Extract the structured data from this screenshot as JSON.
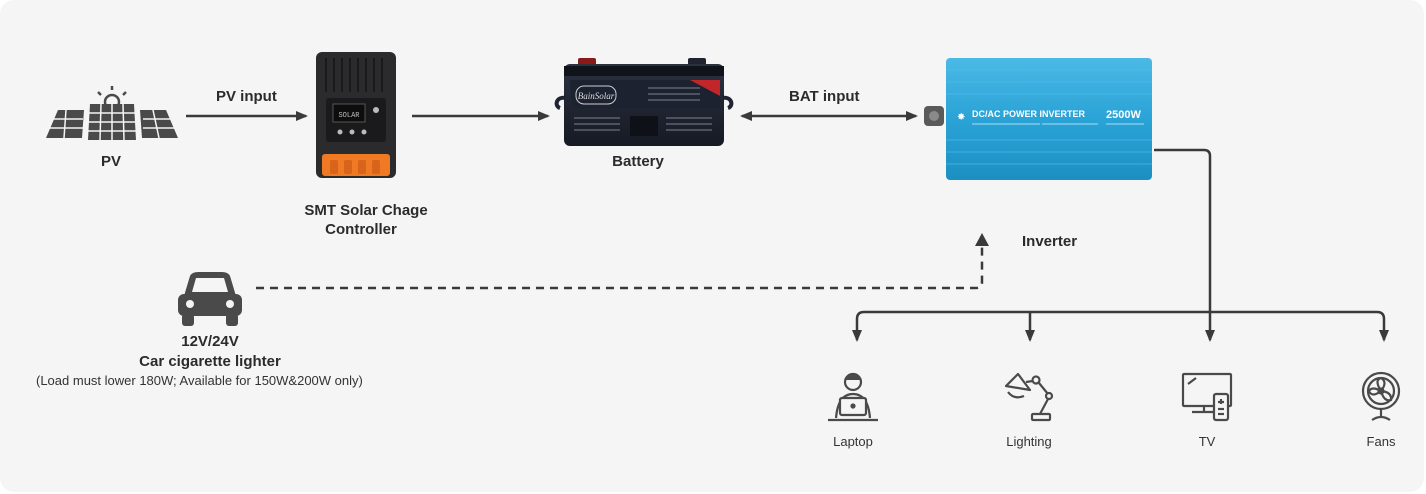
{
  "nodes": {
    "pv": {
      "label": "PV"
    },
    "controller": {
      "label_line1": "SMT Solar Chage",
      "label_line2": "Controller",
      "display_text": "SOLAR"
    },
    "battery": {
      "label": "Battery",
      "brand": "BainSolar"
    },
    "inverter": {
      "label": "Inverter",
      "title": "DC/AC POWER INVERTER",
      "rating": "2500W"
    },
    "car": {
      "line1": "12V/24V",
      "line2": "Car cigarette lighter",
      "note": "(Load must lower 180W; Available for 150W&200W only)"
    }
  },
  "edges": {
    "pv_to_controller": "PV input",
    "battery_to_inverter": "BAT input"
  },
  "loads": [
    {
      "label": "Laptop",
      "icon": "laptop-user-icon"
    },
    {
      "label": "Lighting",
      "icon": "desk-lamp-icon"
    },
    {
      "label": "TV",
      "icon": "tv-icon"
    },
    {
      "label": "Fans",
      "icon": "fan-icon"
    }
  ],
  "colors": {
    "background": "#f6f5f6",
    "line": "#3a3a3a",
    "inverter_blue": "#2aa3d6",
    "controller_orange": "#f07a23",
    "icon_gray": "#4a4a4a"
  }
}
